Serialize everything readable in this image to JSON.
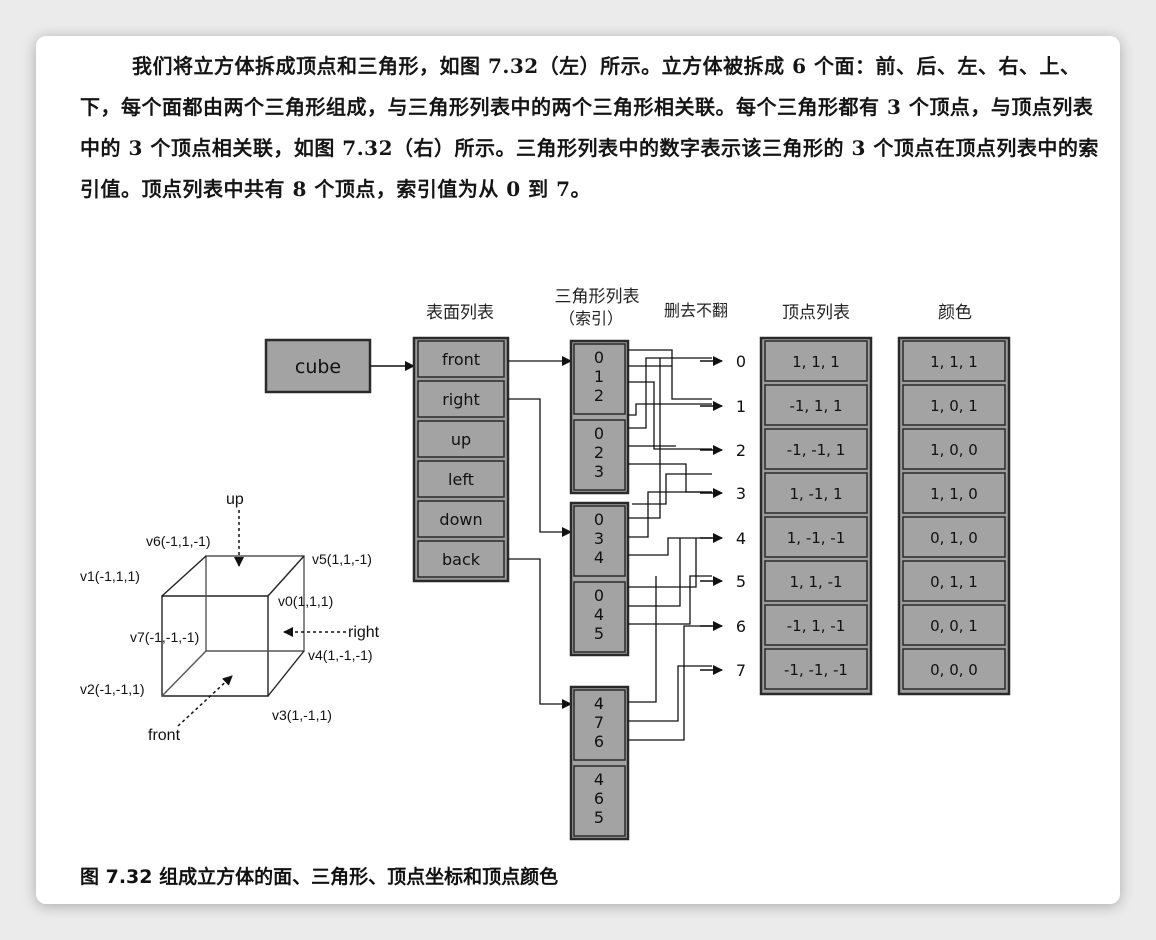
{
  "paragraph": "我们将立方体拆成顶点和三角形，如图 7.32（左）所示。立方体被拆成 6 个面：前、后、左、右、上、下，每个面都由两个三角形组成，与三角形列表中的两个三角形相关联。每个三角形都有 3 个顶点，与顶点列表中的 3 个顶点相关联，如图 7.32（右）所示。三角形列表中的数字表示该三角形的 3 个顶点在顶点列表中的索引值。顶点列表中共有 8 个顶点，索引值为从 0 到 7。",
  "headers": {
    "surface_list": "表面列表",
    "triangle_list_line1": "三角形列表",
    "triangle_list_line2": "（索引）",
    "deleted_note": "删去不翻",
    "vertex_list": "顶点列表",
    "colors": "颜色"
  },
  "cube_label": "cube",
  "faces": [
    "front",
    "right",
    "up",
    "left",
    "down",
    "back"
  ],
  "triangles": [
    [
      "0",
      "1",
      "2"
    ],
    [
      "0",
      "2",
      "3"
    ],
    [
      "0",
      "3",
      "4"
    ],
    [
      "0",
      "4",
      "5"
    ],
    [
      "4",
      "7",
      "6"
    ],
    [
      "4",
      "6",
      "5"
    ]
  ],
  "vertex_indices": [
    "0",
    "1",
    "2",
    "3",
    "4",
    "5",
    "6",
    "7"
  ],
  "vertices": [
    "1,  1,  1",
    "-1,  1,  1",
    "-1, -1, 1",
    "1, -1,  1",
    "1, -1, -1",
    "1,  1, -1",
    "-1,  1, -1",
    "-1, -1, -1"
  ],
  "colors": [
    "1, 1, 1",
    "1, 0, 1",
    "1, 0, 0",
    "1, 1, 0",
    "0, 1, 0",
    "0, 1, 1",
    "0, 0, 1",
    "0, 0, 0"
  ],
  "cube_labels": {
    "up": "up",
    "right": "right",
    "front": "front",
    "v0": "v0(1,1,1)",
    "v1": "v1(-1,1,1)",
    "v2": "v2(-1,-1,1)",
    "v3": "v3(1,-1,1)",
    "v4": "v4(1,-1,-1)",
    "v5": "v5(1,1,-1)",
    "v6": "v6(-1,1,-1)",
    "v7": "v7(-1,-1,-1)"
  },
  "caption": "图 7.32  组成立方体的面、三角形、顶点坐标和顶点颜色",
  "colors_style": {
    "box_fill": "#a3a3a3",
    "box_border": "#2a2a2a",
    "card_bg": "#ffffff",
    "page_bg": "#ebebeb"
  }
}
